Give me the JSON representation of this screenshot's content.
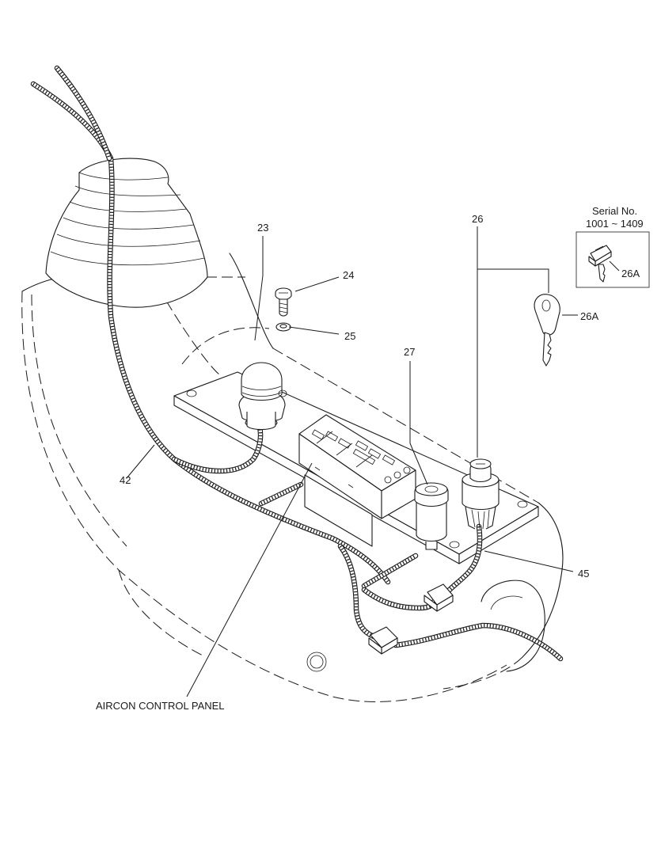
{
  "labels": {
    "p23": "23",
    "p24": "24",
    "p25": "25",
    "p26": "26",
    "p26a_key": "26A",
    "p26a_inset": "26A",
    "p27": "27",
    "p42": "42",
    "p45": "45",
    "aircon": "AIRCON CONTROL PANEL",
    "serial_title": "Serial No.",
    "serial_range": "1001 ~ 1409"
  }
}
